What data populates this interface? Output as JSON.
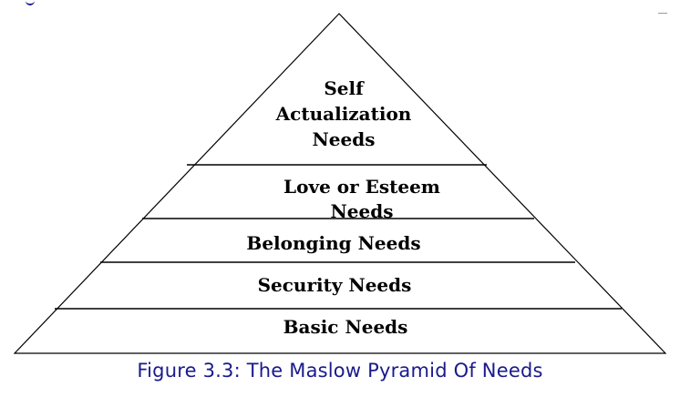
{
  "diagram": {
    "tiers": [
      {
        "lines": [
          "Self",
          "Actualization",
          "Needs"
        ]
      },
      {
        "lines": [
          "Love or Esteem",
          "Needs"
        ]
      },
      {
        "lines": [
          "Belonging Needs"
        ]
      },
      {
        "lines": [
          "Security Needs"
        ]
      },
      {
        "lines": [
          "Basic Needs"
        ]
      }
    ],
    "line_color": "#000000"
  },
  "caption": "Figure 3.3: The Maslow Pyramid Of Needs",
  "caption_color": "#1a1a8c"
}
